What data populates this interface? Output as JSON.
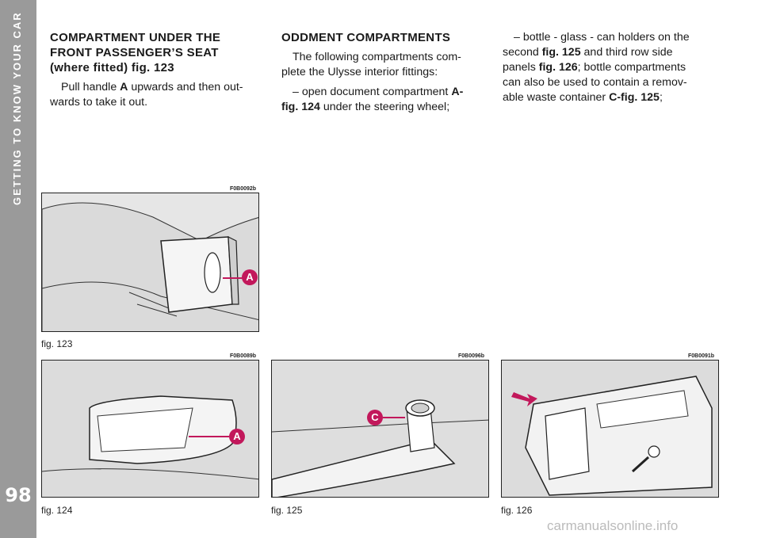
{
  "sidebar": {
    "section_title": "GETTING TO KNOW YOUR CAR",
    "page_number": "98"
  },
  "col1": {
    "heading": "COMPARTMENT UNDER THE FRONT PASSENGER’S SEAT (where fitted) fig. 123",
    "p1_pre": "Pull handle ",
    "p1_bold": "A",
    "p1_post": " upwards and then out-wards to take it out."
  },
  "col2": {
    "heading": "ODDMENT COMPARTMENTS",
    "p1": "The following compartments com-plete the Ulysse interior fittings:",
    "p2_pre": "– open document compartment ",
    "p2_bold": "A-fig. 124",
    "p2_post": " under the steering wheel;"
  },
  "col3": {
    "p1_a": "– bottle - glass - can holders on the second ",
    "p1_b": "fig. 125",
    "p1_c": " and third row side panels ",
    "p1_d": "fig. 126",
    "p1_e": "; bottle compartments can also be used to contain a remov-able waste container ",
    "p1_f": "C-fig. 125",
    "p1_g": ";"
  },
  "figures": [
    {
      "code": "F0B0092b",
      "caption": "fig. 123",
      "label": "A"
    },
    {
      "code": "F0B0089b",
      "caption": "fig. 124",
      "label": "A"
    },
    {
      "code": "F0B0096b",
      "caption": "fig. 125",
      "label": "C"
    },
    {
      "code": "F0B0091b",
      "caption": "fig. 126",
      "label": ""
    }
  ],
  "colors": {
    "sidebar": "#9a9a9a",
    "label_accent": "#c2185b",
    "figure_bg": "#e6e6e6"
  },
  "watermark": "carmanualsonline.info"
}
